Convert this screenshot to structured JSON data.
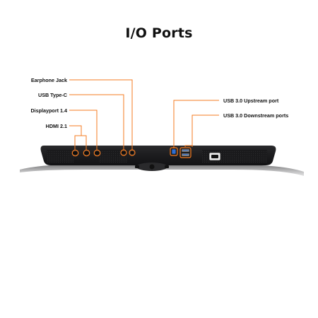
{
  "title": "I/O Ports",
  "colors": {
    "accent": "#f47b20",
    "monitor_body": "#1c1c1e",
    "port_socket": "#0b0b0b",
    "usb_upstream": "#2f6fd1",
    "text": "#111111"
  },
  "labels": {
    "earphone_jack": "Earphone Jack",
    "usb_type_c": "USB Type-C",
    "displayport": "Displayport 1.4",
    "hdmi": "HDMI 2.1",
    "usb_upstream": "USB 3.0 Upstream port",
    "usb_downstream": "USB 3.0 Downstream ports"
  }
}
